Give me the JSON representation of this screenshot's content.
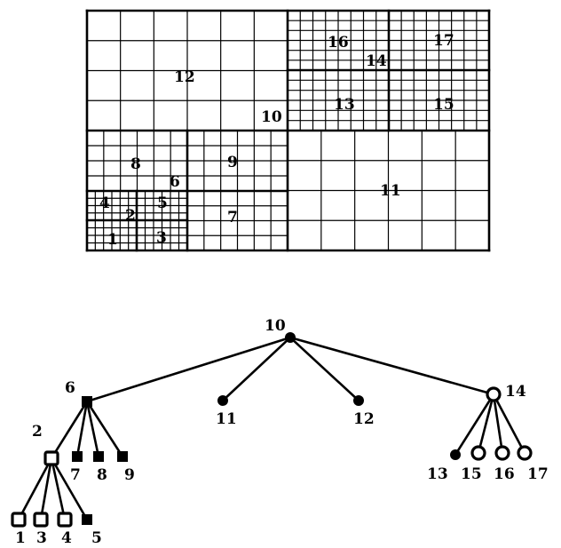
{
  "grid_diagram": {
    "region_labels": {
      "r1": "1",
      "r2": "2",
      "r3": "3",
      "r4": "4",
      "r5": "5",
      "r6": "6",
      "r7": "7",
      "r8": "8",
      "r9": "9",
      "r10": "10",
      "r11": "11",
      "r12": "12",
      "r13": "13",
      "r14": "14",
      "r15": "15",
      "r16": "16",
      "r17": "17"
    }
  },
  "tree_diagram": {
    "node_labels": {
      "n1": "1",
      "n2": "2",
      "n3": "3",
      "n4": "4",
      "n5": "5",
      "n6": "6",
      "n7": "7",
      "n8": "8",
      "n9": "9",
      "n10": "10",
      "n11": "11",
      "n12": "12",
      "n13": "13",
      "n14": "14",
      "n15": "15",
      "n16": "16",
      "n17": "17"
    },
    "node_shapes": {
      "n10": "filled-circle",
      "n11": "filled-circle",
      "n12": "filled-circle",
      "n13": "filled-circle",
      "n14": "hollow-circle",
      "n15": "hollow-circle",
      "n16": "hollow-circle",
      "n17": "hollow-circle",
      "n6": "filled-square",
      "n7": "filled-square",
      "n8": "filled-square",
      "n9": "filled-square",
      "n5": "filled-square",
      "n2": "hollow-square",
      "n1": "hollow-square",
      "n3": "hollow-square",
      "n4": "hollow-square"
    },
    "edges": [
      [
        "n10",
        "n6"
      ],
      [
        "n10",
        "n11"
      ],
      [
        "n10",
        "n12"
      ],
      [
        "n10",
        "n14"
      ],
      [
        "n6",
        "n2"
      ],
      [
        "n6",
        "n7"
      ],
      [
        "n6",
        "n8"
      ],
      [
        "n6",
        "n9"
      ],
      [
        "n2",
        "n1"
      ],
      [
        "n2",
        "n3"
      ],
      [
        "n2",
        "n4"
      ],
      [
        "n2",
        "n5"
      ],
      [
        "n14",
        "n13"
      ],
      [
        "n14",
        "n15"
      ],
      [
        "n14",
        "n16"
      ],
      [
        "n14",
        "n17"
      ]
    ]
  }
}
